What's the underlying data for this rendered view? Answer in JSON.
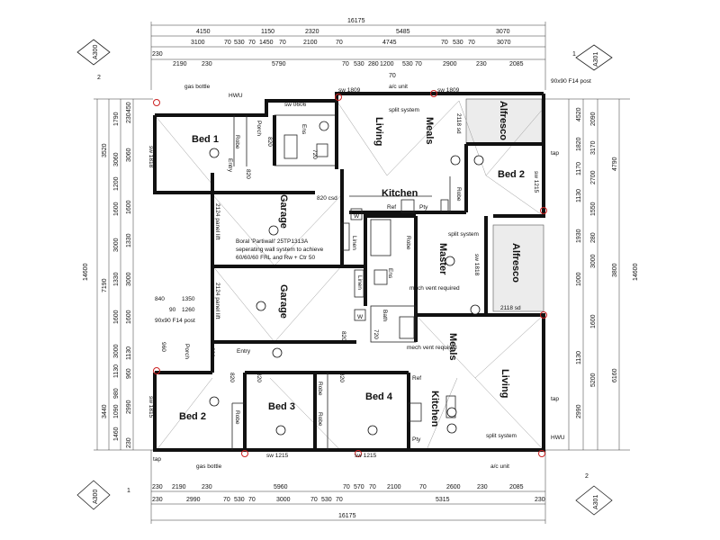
{
  "overall": {
    "width_top": "16175",
    "width_bottom": "16175",
    "depth_left": "14600",
    "depth_right": "14600"
  },
  "top_dims": {
    "row1": [
      "4150",
      "1150",
      "2320",
      "5485",
      "3070"
    ],
    "row2": [
      "3100",
      "70",
      "530",
      "70",
      "1450",
      "70",
      "2100",
      "70",
      "4745",
      "70",
      "530",
      "70",
      "3070"
    ],
    "row3": [
      "230",
      "2190",
      "230",
      "5790",
      "70",
      "530",
      "280",
      "1200",
      "530",
      "70",
      "2900",
      "230",
      "2085"
    ],
    "extra": "70"
  },
  "bottom_dims": {
    "row1": [
      "230",
      "2190",
      "230",
      "5960",
      "70",
      "570",
      "70",
      "2100",
      "70",
      "2600",
      "230",
      "2085"
    ],
    "row2": [
      "230",
      "2990",
      "70",
      "530",
      "70",
      "3000",
      "70",
      "530",
      "70",
      "5315",
      "230"
    ]
  },
  "left_dims": {
    "outer": [
      "3520",
      "7190",
      "3440"
    ],
    "mid": [
      "1790",
      "3060",
      "1200",
      "1600",
      "3000",
      "1330",
      "1600",
      "3000",
      "1130",
      "980",
      "1090",
      "1460"
    ],
    "inner": [
      "450",
      "230",
      "3060",
      "1600",
      "1330",
      "3000",
      "1600",
      "1130",
      "960",
      "2990",
      "230"
    ]
  },
  "right_dims": {
    "outer": [
      "4790",
      "3800",
      "6160"
    ],
    "mid": [
      "4520",
      "1820",
      "1170",
      "1130",
      "1930",
      "1000",
      "1130",
      "2990"
    ],
    "inner": [
      "2090",
      "3170",
      "2700",
      "1550",
      "280",
      "3000",
      "1600",
      "5200"
    ]
  },
  "markers": {
    "top_left": "A300",
    "top_right": "A301",
    "bottom_left": "A300",
    "bottom_right": "A301",
    "num1": "1",
    "num2": "2"
  },
  "rooms": {
    "bed1": "Bed 1",
    "bed2_top": "Bed 2",
    "bed2_bot": "Bed 2",
    "bed3": "Bed 3",
    "bed4": "Bed 4",
    "master": "Master",
    "garage_top": "Garage",
    "garage_bot": "Garage",
    "kitchen_top": "Kitchen",
    "kitchen_bot": "Kitchen",
    "living_top": "Living",
    "meals_top": "Meals",
    "living_bot": "Living",
    "meals_bot": "Meals",
    "alfresco_top": "Alfresco",
    "alfresco_bot": "Alfresco",
    "porch_top": "Porch",
    "porch_bot": "Porch",
    "entry_top": "Entry",
    "entry_bot": "Entry",
    "ens_top": "Ens",
    "ens_bot": "Ens",
    "bath": "Bath"
  },
  "labels": {
    "gas_bottle": "gas bottle",
    "hwu": "HWU",
    "ac_unit": "a/c unit",
    "sw1809a": "sw 1809",
    "sw1809b": "sw 1809",
    "sw0606": "sw 0606",
    "split_system": "split system",
    "sd2118": "2118 sd",
    "post": "90x90 F14 post",
    "tap": "tap",
    "sw1818": "sw 1818",
    "sw1215": "sw 1215",
    "csd820": "820 csd",
    "robe": "Robe",
    "ref": "Ref",
    "pty": "Pty",
    "linen": "Linen",
    "w": "W",
    "panel_lift": "2124 panel lift",
    "boral": "Boral 'Partiwall' 25TP1313A seperating wall system to achieve 60/60/60 FRL and Rw + Ctr 50",
    "mech_vent": "mech vent required",
    "sd2118b": "2118 sd",
    "sw1815": "sw 1815",
    "d820": "820",
    "d720": "720",
    "d840": "840",
    "d1350": "1350",
    "d1260": "1260",
    "d90": "90",
    "d960": "960"
  }
}
